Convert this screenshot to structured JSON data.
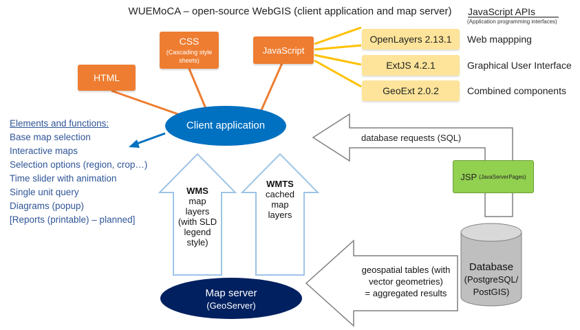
{
  "title": "WUEMoCA – open-source WebGIS (client application and map server)",
  "api_header": {
    "title": "JavaScript APIs",
    "subtitle": "(Application programming interfaces)"
  },
  "tech": {
    "html": "HTML",
    "css": "CSS",
    "css_sub": "(Cascading style sheets)",
    "javascript": "JavaScript"
  },
  "apis": [
    {
      "name": "OpenLayers 2.13.1",
      "desc": "Web mappping"
    },
    {
      "name": "ExtJS 4.2.1",
      "desc": "Graphical User Interface"
    },
    {
      "name": "GeoExt 2.0.2",
      "desc": "Combined components"
    }
  ],
  "client": "Client application",
  "functions": {
    "header": "Elements and functions:",
    "items": [
      "Base map selection",
      "Interactive maps",
      "Selection options (region, crop…)",
      "Time slider with animation",
      "Single unit query",
      "Diagrams (popup)",
      "[Reports (printable) – planned]"
    ]
  },
  "db_requests": "database requests (SQL)",
  "jsp": {
    "main": "JSP",
    "sub": "(JavaServerPages)"
  },
  "wms": {
    "title": "WMS",
    "l1": "map",
    "l2": "layers",
    "l3": "(with SLD",
    "l4": "legend",
    "l5": "style)"
  },
  "wmts": {
    "title": "WMTS",
    "l1": "cached",
    "l2": "map",
    "l3": "layers"
  },
  "map_server": {
    "main": "Map server",
    "sub": "(GeoServer)"
  },
  "geo_tables": {
    "l1": "geospatial tables (with",
    "l2": "vector geometries)",
    "l3": "= aggregated results"
  },
  "database": {
    "l1": "Database",
    "l2": "(PostgreSQL/",
    "l3": "PostGIS)"
  },
  "colors": {
    "orange": "#ee7d31",
    "api_yellow": "#fde49a",
    "client_blue": "#0070c0",
    "server_navy": "#002060",
    "jsp_green": "#92d050",
    "db_gray": "#bfbfbf",
    "arrow_outline": "#9dc3e6"
  }
}
